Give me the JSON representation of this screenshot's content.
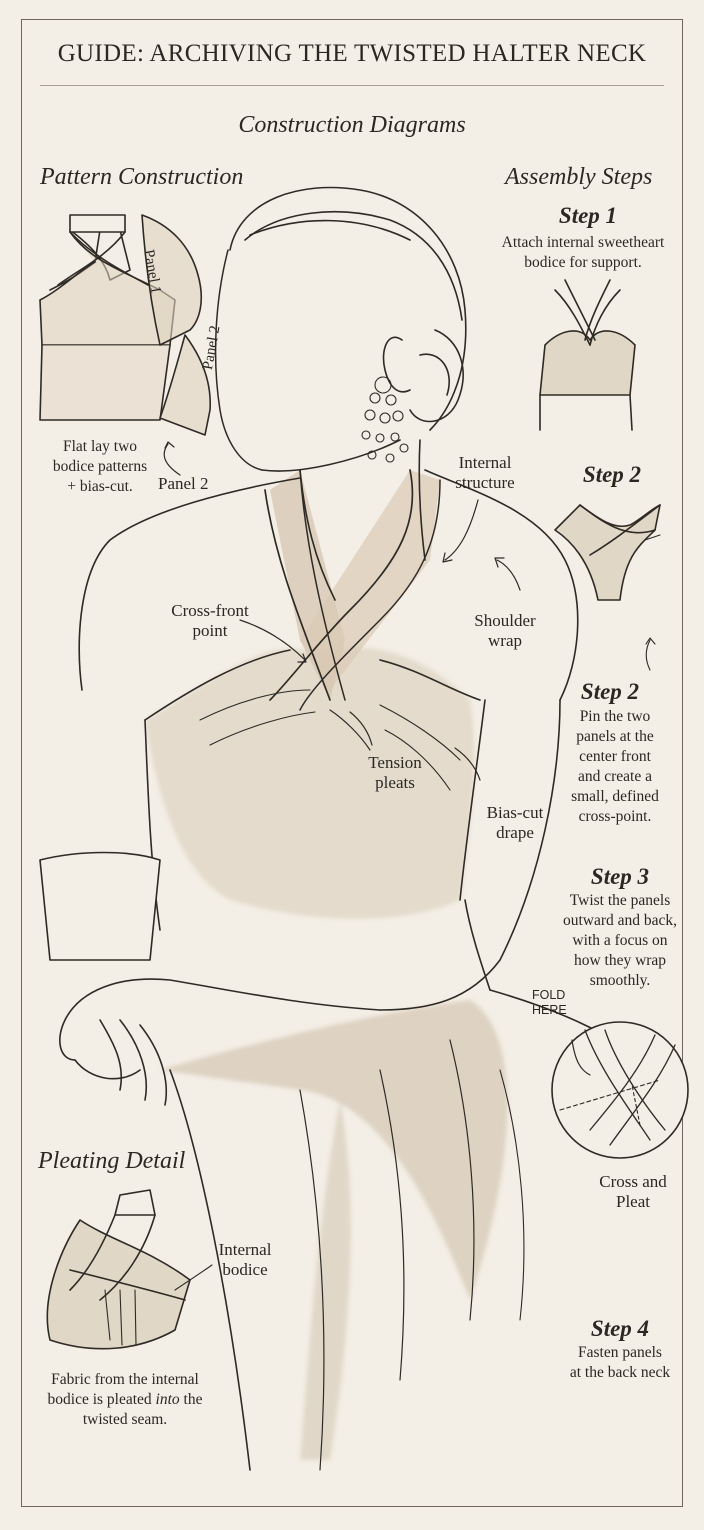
{
  "title": "GUIDE: ARCHIVING THE TWISTED HALTER NECK",
  "subtitle": "Construction Diagrams",
  "pattern": {
    "heading": "Pattern Construction",
    "panel1": "Panel 1",
    "panel2": "Panel 2",
    "panel2_callout": "Panel 2",
    "caption": [
      "Flat lay two",
      "bodice patterns",
      "+ bias-cut."
    ]
  },
  "assembly": {
    "heading": "Assembly Steps",
    "step1": {
      "label": "Step 1",
      "text": [
        "Attach internal sweetheart",
        "bodice for support."
      ]
    },
    "step2a": {
      "label": "Step 2"
    },
    "step2b": {
      "label": "Step 2",
      "text": [
        "Pin the two",
        "panels at the",
        "center front",
        "and create a",
        "small, defined",
        "cross-point."
      ]
    },
    "step3": {
      "label": "Step 3",
      "text": [
        "Twist the panels",
        "outward and back,",
        "with a focus on",
        "how they wrap",
        "smoothly."
      ]
    },
    "fold_here": [
      "FOLD",
      "HERE"
    ],
    "cross_pleat": [
      "Cross and",
      "Pleat"
    ],
    "step4": {
      "label": "Step 4",
      "text": [
        "Fasten panels",
        "at the back neck"
      ]
    }
  },
  "callouts": {
    "internal_structure": [
      "Internal",
      "structure"
    ],
    "cross_front": [
      "Cross-front",
      "point"
    ],
    "shoulder_wrap": [
      "Shoulder",
      "wrap"
    ],
    "tension_pleats": [
      "Tension",
      "pleats"
    ],
    "bias_cut": [
      "Bias-cut",
      "drape"
    ]
  },
  "pleating": {
    "heading": "Pleating Detail",
    "internal_bodice": [
      "Internal",
      "bodice"
    ],
    "caption1": "Fabric from the internal",
    "caption2_pre": "bodice is pleated ",
    "caption2_em": "into",
    "caption2_post": " the",
    "caption3": "twisted seam."
  },
  "colors": {
    "ink": "#2b2824",
    "wash": "#c9b9a3",
    "paper": "#f3efe6"
  }
}
